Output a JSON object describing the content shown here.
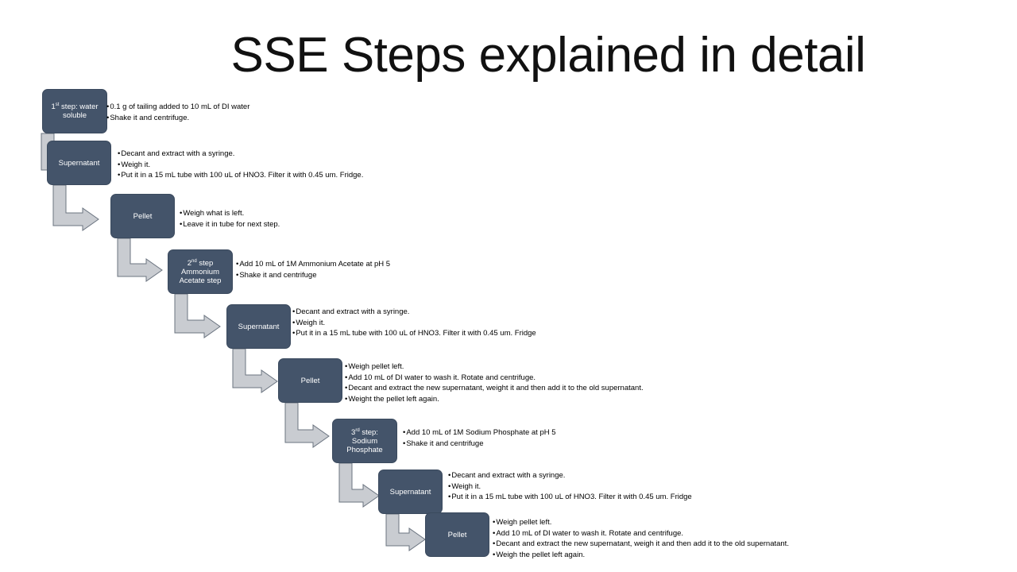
{
  "title": "SSE Steps explained in detail",
  "colors": {
    "box_fill": "#44546a",
    "arrow_fill": "#c9ccd1",
    "arrow_stroke": "#6b7480"
  },
  "steps": [
    {
      "label_pre": "1",
      "label_sup": "st",
      "label_post": " step: water soluble",
      "notes": [
        "0.1 g of tailing added to 10 mL of DI water",
        "Shake it and centrifuge."
      ]
    },
    {
      "label_pre": "Supernatant",
      "label_sup": "",
      "label_post": "",
      "notes": [
        "Decant and extract with a syringe.",
        "Weigh it.",
        "Put it in a 15 mL tube with 100 uL of HNO3. Filter it with 0.45 um. Fridge."
      ]
    },
    {
      "label_pre": "Pellet",
      "label_sup": "",
      "label_post": "",
      "notes": [
        "Weigh what is left.",
        "Leave it in tube for next step."
      ]
    },
    {
      "label_pre": "2",
      "label_sup": "nd",
      "label_post": " step Ammonium Acetate step",
      "notes": [
        "Add 10 mL of 1M Ammonium Acetate at pH 5",
        "Shake it and centrifuge"
      ]
    },
    {
      "label_pre": "Supernatant",
      "label_sup": "",
      "label_post": "",
      "notes": [
        "Decant and extract with a syringe.",
        "Weigh it.",
        "Put it in a 15 mL tube with 100 uL of HNO3. Filter it with 0.45 um. Fridge"
      ]
    },
    {
      "label_pre": "Pellet",
      "label_sup": "",
      "label_post": "",
      "notes": [
        "Weigh pellet left.",
        "Add 10 mL of DI water to wash it. Rotate and centrifuge.",
        "Decant and extract the new supernatant, weight it and then add it to the old supernatant.",
        "Weight the pellet left again."
      ]
    },
    {
      "label_pre": "3",
      "label_sup": "rd",
      "label_post": " step: Sodium Phosphate",
      "notes": [
        "Add 10 mL of 1M Sodium Phosphate at pH 5",
        "Shake it and centrifuge"
      ]
    },
    {
      "label_pre": "Supernatant",
      "label_sup": "",
      "label_post": "",
      "notes": [
        "Decant and extract with a syringe.",
        "Weigh it.",
        "Put it in a 15 mL tube with 100 uL of HNO3. Filter it with 0.45 um. Fridge"
      ]
    },
    {
      "label_pre": "Pellet",
      "label_sup": "",
      "label_post": "",
      "notes": [
        "Weigh pellet left.",
        "Add 10 mL of DI water to wash it. Rotate and centrifuge.",
        "Decant and extract the new supernatant, weigh it and then add it to the old supernatant.",
        "Weigh the pellet left again."
      ]
    }
  ]
}
